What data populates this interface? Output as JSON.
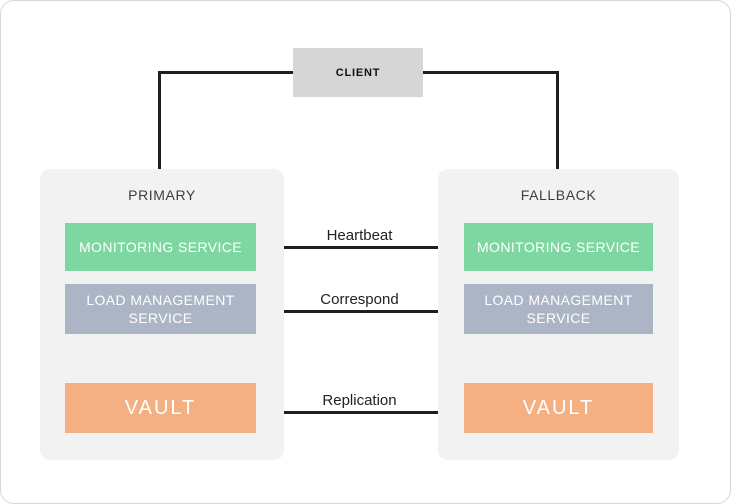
{
  "diagram": {
    "client": {
      "label": "CLIENT"
    },
    "primary": {
      "title": "PRIMARY",
      "services": [
        {
          "id": "monitoring-service",
          "label": "MONITORING SERVICE"
        },
        {
          "id": "load-management-service",
          "label": "LOAD MANAGEMENT SERVICE"
        },
        {
          "id": "vault",
          "label": "VAULT"
        }
      ]
    },
    "fallback": {
      "title": "FALLBACK",
      "services": [
        {
          "id": "monitoring-service",
          "label": "MONITORING SERVICE"
        },
        {
          "id": "load-management-service",
          "label": "LOAD MANAGEMENT SERVICE"
        },
        {
          "id": "vault",
          "label": "VAULT"
        }
      ]
    },
    "connections": [
      {
        "label": "Heartbeat"
      },
      {
        "label": "Correspond"
      },
      {
        "label": "Replication"
      }
    ],
    "colors": {
      "monitoring": "#7ed6a0",
      "load_management": "#abb5c6",
      "vault": "#f4af82",
      "client": "#d6d6d6",
      "container": "#f2f2f2",
      "line": "#1f1f1f",
      "frame-border": "#d8d8d8"
    }
  }
}
